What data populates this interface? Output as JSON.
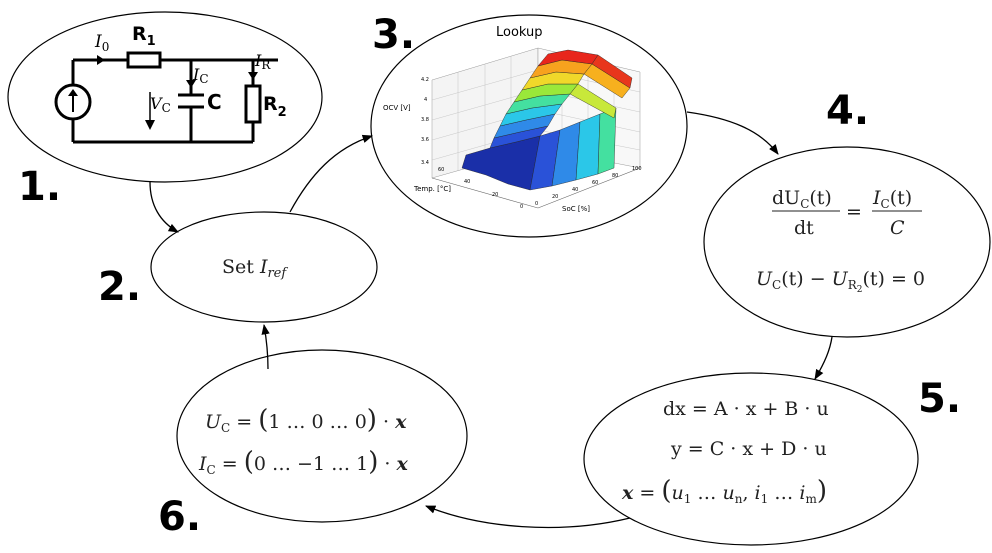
{
  "steps": {
    "s1": {
      "number": "1."
    },
    "s2": {
      "number": "2.",
      "set": "Set",
      "var": "I",
      "sub": "ref"
    },
    "s3": {
      "number": "3.",
      "title": "Lookup",
      "zlabel": "OCV [V]",
      "xlabel": "Temp. [°C]",
      "ylabel": "SoC [%]",
      "zticks": [
        "3.4",
        "3.6",
        "3.8",
        "4",
        "4.2"
      ],
      "temp_ticks": [
        "60",
        "40",
        "20",
        "0"
      ],
      "soc_ticks": [
        "0",
        "20",
        "40",
        "60",
        "80",
        "100"
      ]
    },
    "s4": {
      "number": "4.",
      "eq1_dU": "dU",
      "eq1_C": "C",
      "eq1_t": "(t)",
      "eq1_dt": "dt",
      "eq1_eq": "=",
      "eq1_I": "I",
      "eq1_C2": "C",
      "eq1_t2": "(t)",
      "eq1_den": "C",
      "eq2_U": "U",
      "eq2_C": "C",
      "eq2_t": "(t) − ",
      "eq2_U2": "U",
      "eq2_R": "R",
      "eq2_2": "2",
      "eq2_rest": "(t) = 0"
    },
    "s5": {
      "number": "5.",
      "line1": "dx = A · x + B · u",
      "line2": "y = C · x + D · u",
      "line3_x": "x",
      "line3_eq": " = ",
      "line3_u1": "u",
      "line3_1": "1",
      "line3_dots1": " … ",
      "line3_un": "u",
      "line3_n": "n",
      "line3_comma": ", ",
      "line3_i1": "i",
      "line3_i1s": "1",
      "line3_dots2": " … ",
      "line3_im": "i",
      "line3_m": "m"
    },
    "s6": {
      "number": "6.",
      "uc_U": "U",
      "uc_C": "C",
      "uc_rest": " = ",
      "uc_vec": "1  …  0  …  0",
      "uc_x": "x",
      "ic_I": "I",
      "ic_C": "C",
      "ic_rest": " = ",
      "ic_vec": "0  …  −1  …  1",
      "ic_x": "x"
    }
  },
  "circuit": {
    "I0": "I",
    "I0_sub": "0",
    "R1": "R",
    "R1_sub": "1",
    "IC": "I",
    "IC_sub": "C",
    "IR": "I",
    "IR_sub": "R",
    "VC": "V",
    "VC_sub": "C",
    "C": "C",
    "R2": "R",
    "R2_sub": "2"
  },
  "colors": {
    "stroke": "#000000",
    "plot_low": "#1f3fbf",
    "plot_high": "#e8261c"
  }
}
